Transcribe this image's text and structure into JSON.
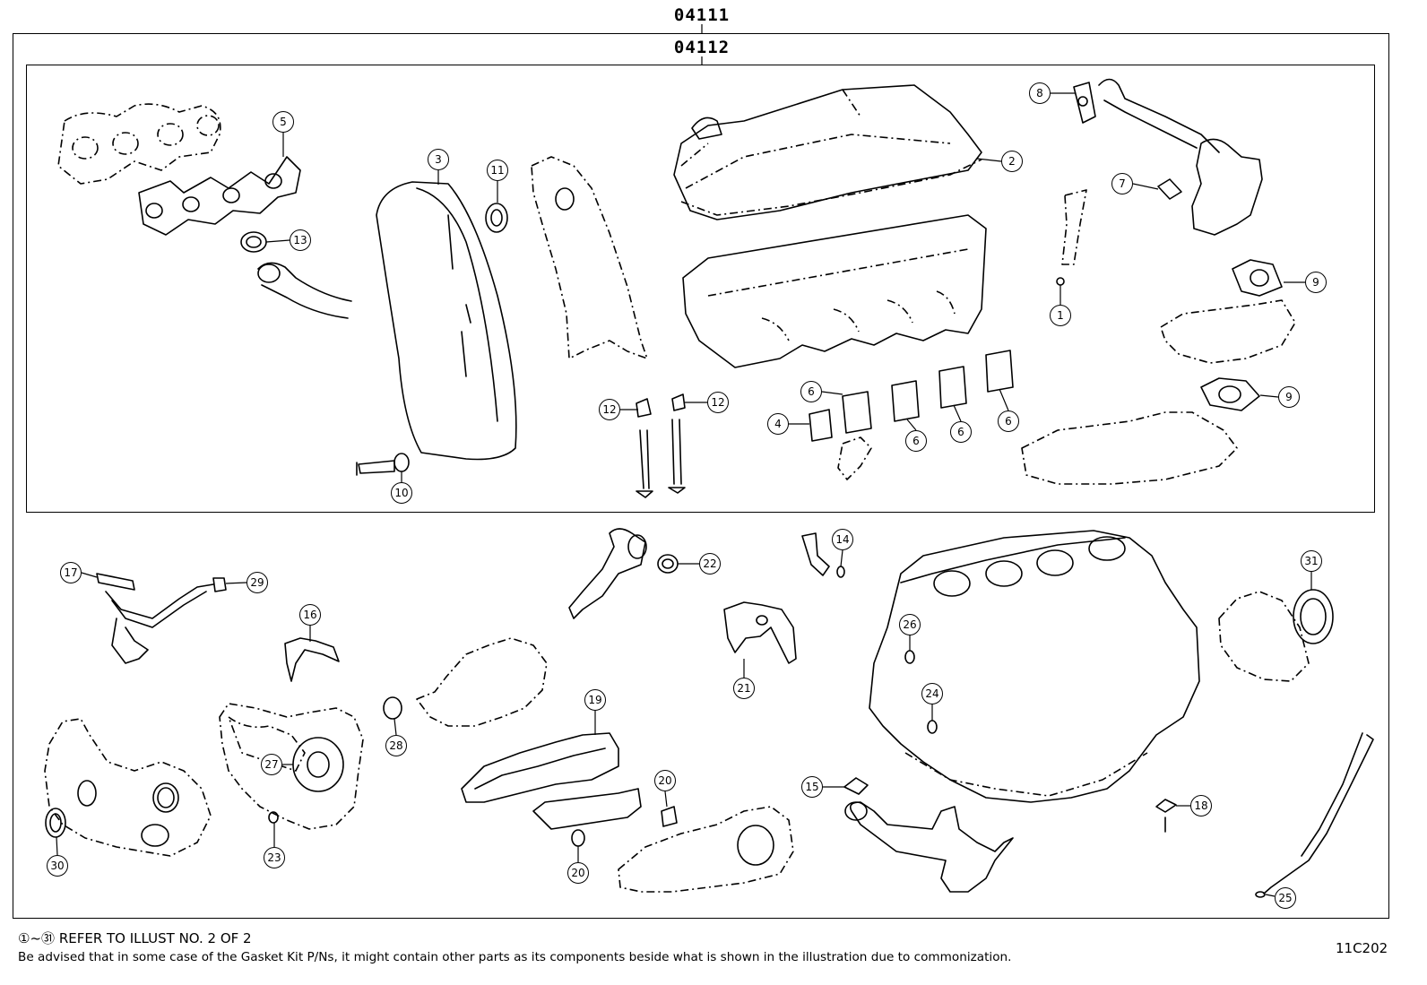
{
  "diagram": {
    "outer_kit_number": "04111",
    "inner_kit_number": "04112",
    "drawing_code": "11C202",
    "reference_range_start": "①",
    "reference_range_end": "㉛",
    "reference_tilde": "~",
    "reference_note": "REFER TO ILLUST NO. 2 OF 2",
    "advisory_note": "Be advised that in some case of the Gasket Kit P/Ns,  it might contain other parts as its components beside what is shown in the illustration due to commonization."
  },
  "callouts": {
    "c1": "1",
    "c2": "2",
    "c3": "3",
    "c4": "4",
    "c5": "5",
    "c6": "6",
    "c7": "7",
    "c8": "8",
    "c9": "9",
    "c10": "10",
    "c11": "11",
    "c12": "12",
    "c13": "13",
    "c14": "14",
    "c15": "15",
    "c16": "16",
    "c17": "17",
    "c18": "18",
    "c19": "19",
    "c20": "20",
    "c21": "21",
    "c22": "22",
    "c23": "23",
    "c24": "24",
    "c25": "25",
    "c26": "26",
    "c27": "27",
    "c28": "28",
    "c29": "29",
    "c30": "30",
    "c31": "31"
  }
}
